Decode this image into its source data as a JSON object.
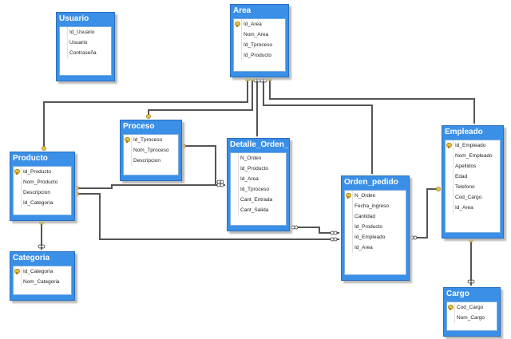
{
  "tables": [
    {
      "id": "usuario",
      "name": "Usuario",
      "columns": [
        {
          "name": "Id_Usuario"
        },
        {
          "name": "Usuario"
        },
        {
          "name": "Contraseña"
        }
      ]
    },
    {
      "id": "area",
      "name": "Area",
      "columns": [
        {
          "name": "Id_Area",
          "pk": true
        },
        {
          "name": "Nom_Area"
        },
        {
          "name": "Id_Tproceso"
        },
        {
          "name": "Id_Producto"
        }
      ]
    },
    {
      "id": "proceso",
      "name": "Proceso",
      "columns": [
        {
          "name": "Id_Tproceso",
          "pk": true
        },
        {
          "name": "Nom_Tproceso"
        },
        {
          "name": "Descripcion"
        }
      ]
    },
    {
      "id": "detalle",
      "name": "Detalle_Orden_I",
      "columns": [
        {
          "name": "N_Orden"
        },
        {
          "name": "Id_Producto"
        },
        {
          "name": "Id_Area"
        },
        {
          "name": "Id_Tproceso"
        },
        {
          "name": "Cant_Entrada"
        },
        {
          "name": "Cant_Salida"
        }
      ]
    },
    {
      "id": "producto",
      "name": "Producto",
      "columns": [
        {
          "name": "Id_Producto",
          "pk": true
        },
        {
          "name": "Nom_Producto"
        },
        {
          "name": "Descripcion"
        },
        {
          "name": "Id_Categoria"
        }
      ]
    },
    {
      "id": "orden",
      "name": "Orden_pedido",
      "columns": [
        {
          "name": "N_Orden",
          "pk": true
        },
        {
          "name": "Fecha_ingreso"
        },
        {
          "name": "Cantidad"
        },
        {
          "name": "Id_Producto"
        },
        {
          "name": "Id_Empleado"
        },
        {
          "name": "Id_Area"
        }
      ]
    },
    {
      "id": "empleado",
      "name": "Empleado",
      "columns": [
        {
          "name": "Id_Empleado",
          "pk": true
        },
        {
          "name": "Nom_Empleado"
        },
        {
          "name": "Apellidos"
        },
        {
          "name": "Edad"
        },
        {
          "name": "Telefono"
        },
        {
          "name": "Cod_Cargo"
        },
        {
          "name": "Id_Area"
        }
      ]
    },
    {
      "id": "categoria",
      "name": "Categoria",
      "columns": [
        {
          "name": "Id_Categoria",
          "pk": true
        },
        {
          "name": "Nom_Categoria"
        }
      ]
    },
    {
      "id": "cargo",
      "name": "Cargo",
      "columns": [
        {
          "name": "Cod_Cargo",
          "pk": true
        },
        {
          "name": "Nom_Cargo"
        }
      ]
    }
  ],
  "colors": {
    "header": "#3a8fe6",
    "border": "#2a6fbf",
    "line": "#555555",
    "key": "#e8c23a"
  }
}
